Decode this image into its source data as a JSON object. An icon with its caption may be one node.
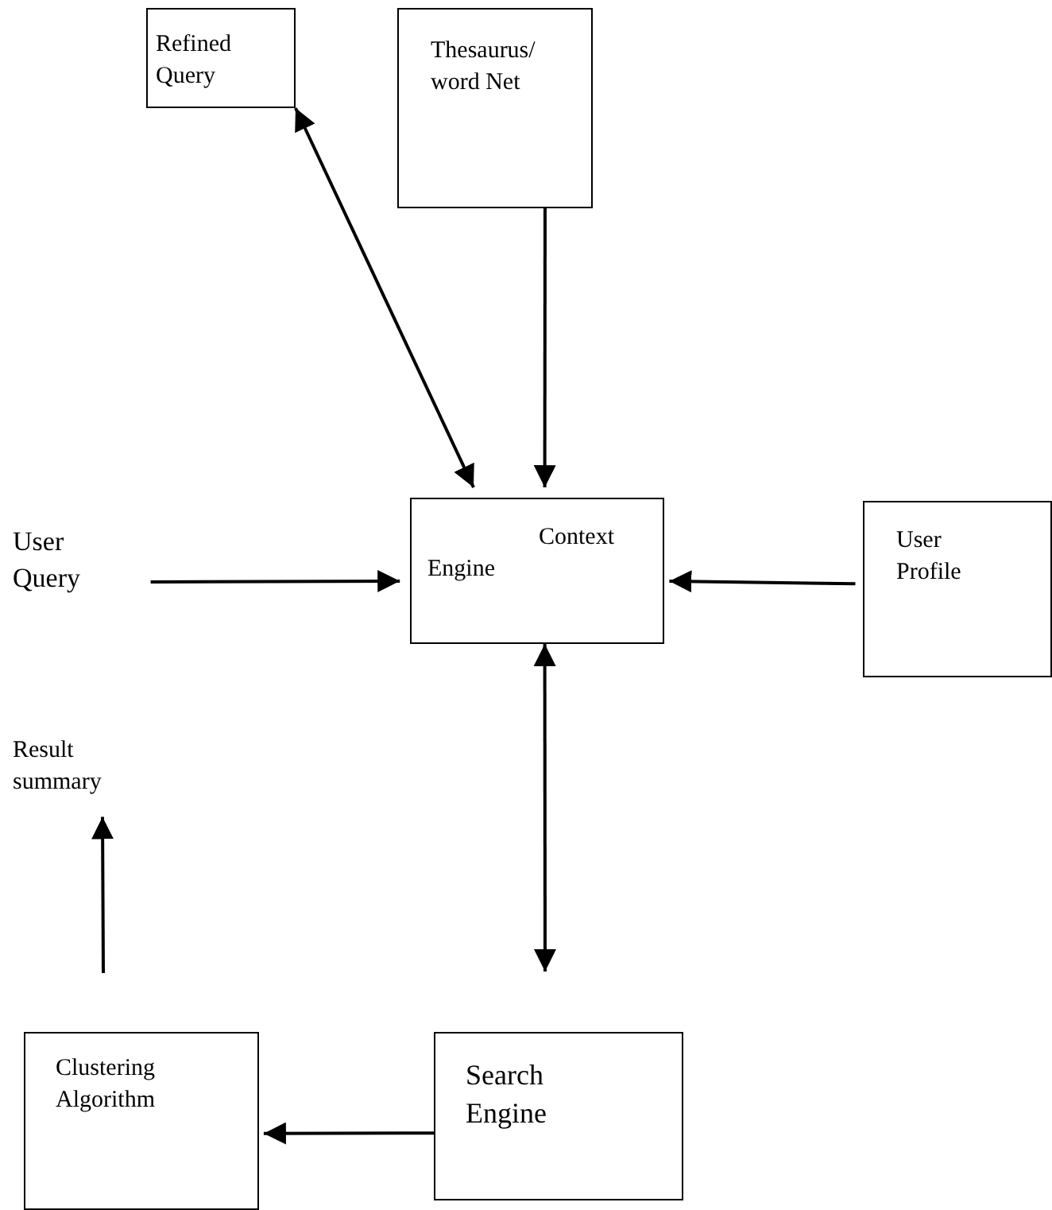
{
  "diagram": {
    "nodes": [
      {
        "text": [
          "Refined Query"
        ]
      },
      {
        "text": [
          "Thesaurus/ word Net"
        ]
      },
      {
        "text": [
          "User Query"
        ]
      },
      {
        "text": [
          "Context Engine"
        ]
      },
      {
        "text": [
          "User Profile"
        ]
      },
      {
        "text": [
          "Result summary"
        ]
      },
      {
        "text": [
          "Clustering Algorithm"
        ]
      },
      {
        "text": [
          "Search Engine"
        ]
      }
    ],
    "edges": [
      {
        "from": 0,
        "to": 3,
        "arrow": "both"
      },
      {
        "from": 1,
        "to": 3,
        "arrow": "to"
      },
      {
        "from": 2,
        "to": 3,
        "arrow": "to"
      },
      {
        "from": 4,
        "to": 3,
        "arrow": "to"
      },
      {
        "from": 3,
        "to": null,
        "arrow": "both"
      },
      {
        "from": null,
        "to": 5,
        "arrow": "to"
      },
      {
        "from": 7,
        "to": 6,
        "arrow": "to"
      }
    ]
  }
}
